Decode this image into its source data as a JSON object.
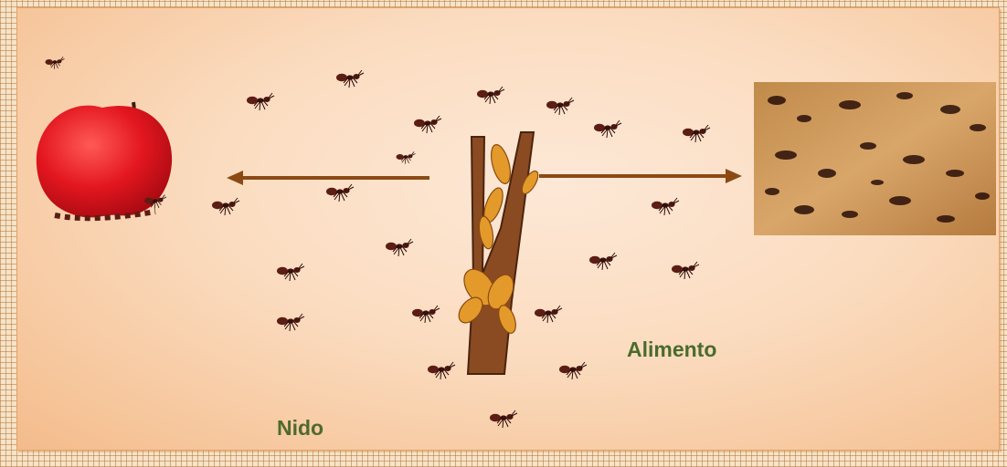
{
  "labels": {
    "nest": "Nido",
    "food": "Alimento"
  },
  "colors": {
    "text": "#4a6b2d",
    "arrow": "#8b4a14",
    "apple": "#e0202a",
    "branch": "#8a4b22",
    "leaves": "#e49a2a",
    "ant": "#5b1d14"
  },
  "icons": [
    "apple-icon",
    "branch-icon",
    "ant-icon",
    "food-photo",
    "arrow-left",
    "arrow-right"
  ]
}
